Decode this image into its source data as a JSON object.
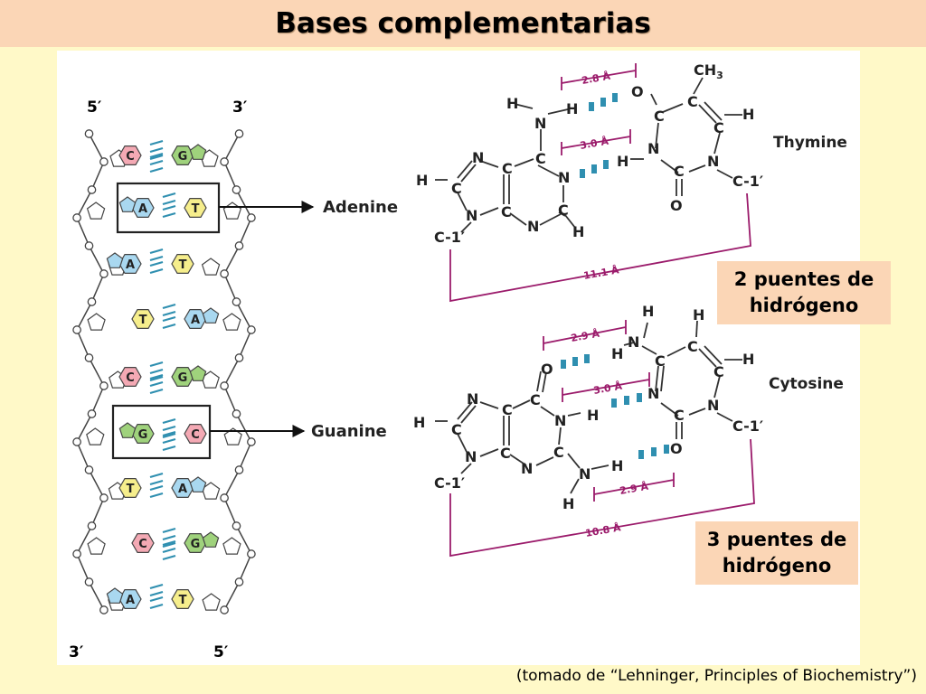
{
  "title": "Bases complementarias",
  "helix": {
    "top_left_end": "5′",
    "top_right_end": "3′",
    "bottom_left_end": "3′",
    "bottom_right_end": "5′",
    "pairs": [
      {
        "left": "C",
        "right": "G"
      },
      {
        "left": "A",
        "right": "T"
      },
      {
        "left": "A",
        "right": "T"
      },
      {
        "left": "T",
        "right": "A"
      },
      {
        "left": "C",
        "right": "G"
      },
      {
        "left": "G",
        "right": "C"
      },
      {
        "left": "T",
        "right": "A"
      },
      {
        "left": "C",
        "right": "G"
      },
      {
        "left": "A",
        "right": "T"
      }
    ],
    "base_colors": {
      "A": "#a9d8f0",
      "T": "#f6ee8c",
      "C": "#f4a9b4",
      "G": "#9fd27c"
    },
    "callout_top": "Adenine",
    "callout_bottom": "Guanine"
  },
  "at_pair": {
    "name": "Thymine",
    "dist_1": "2.8 Å",
    "dist_2": "3.0 Å",
    "span": "11.1 Å",
    "ch3": "CH",
    "ch3_sub": "3"
  },
  "gc_pair": {
    "name": "Cytosine",
    "dist_1": "2.9 Å",
    "dist_2": "3.0 Å",
    "dist_3": "2.9 Å",
    "span": "10.8 Å"
  },
  "atoms": {
    "H": "H",
    "N": "N",
    "C": "C",
    "O": "O",
    "c1": "C-1′"
  },
  "note_two": "2 puentes de\nhidrógeno",
  "note_three": "3 puentes de\nhidrógeno",
  "credit": "(tomado de “Lehninger, Principles of Biochemistry”)",
  "colors": {
    "accent": "#9b1b6b",
    "hbond": "#2f8fb0",
    "bar": "#fbd6b6",
    "bg": "#fff9c8"
  }
}
